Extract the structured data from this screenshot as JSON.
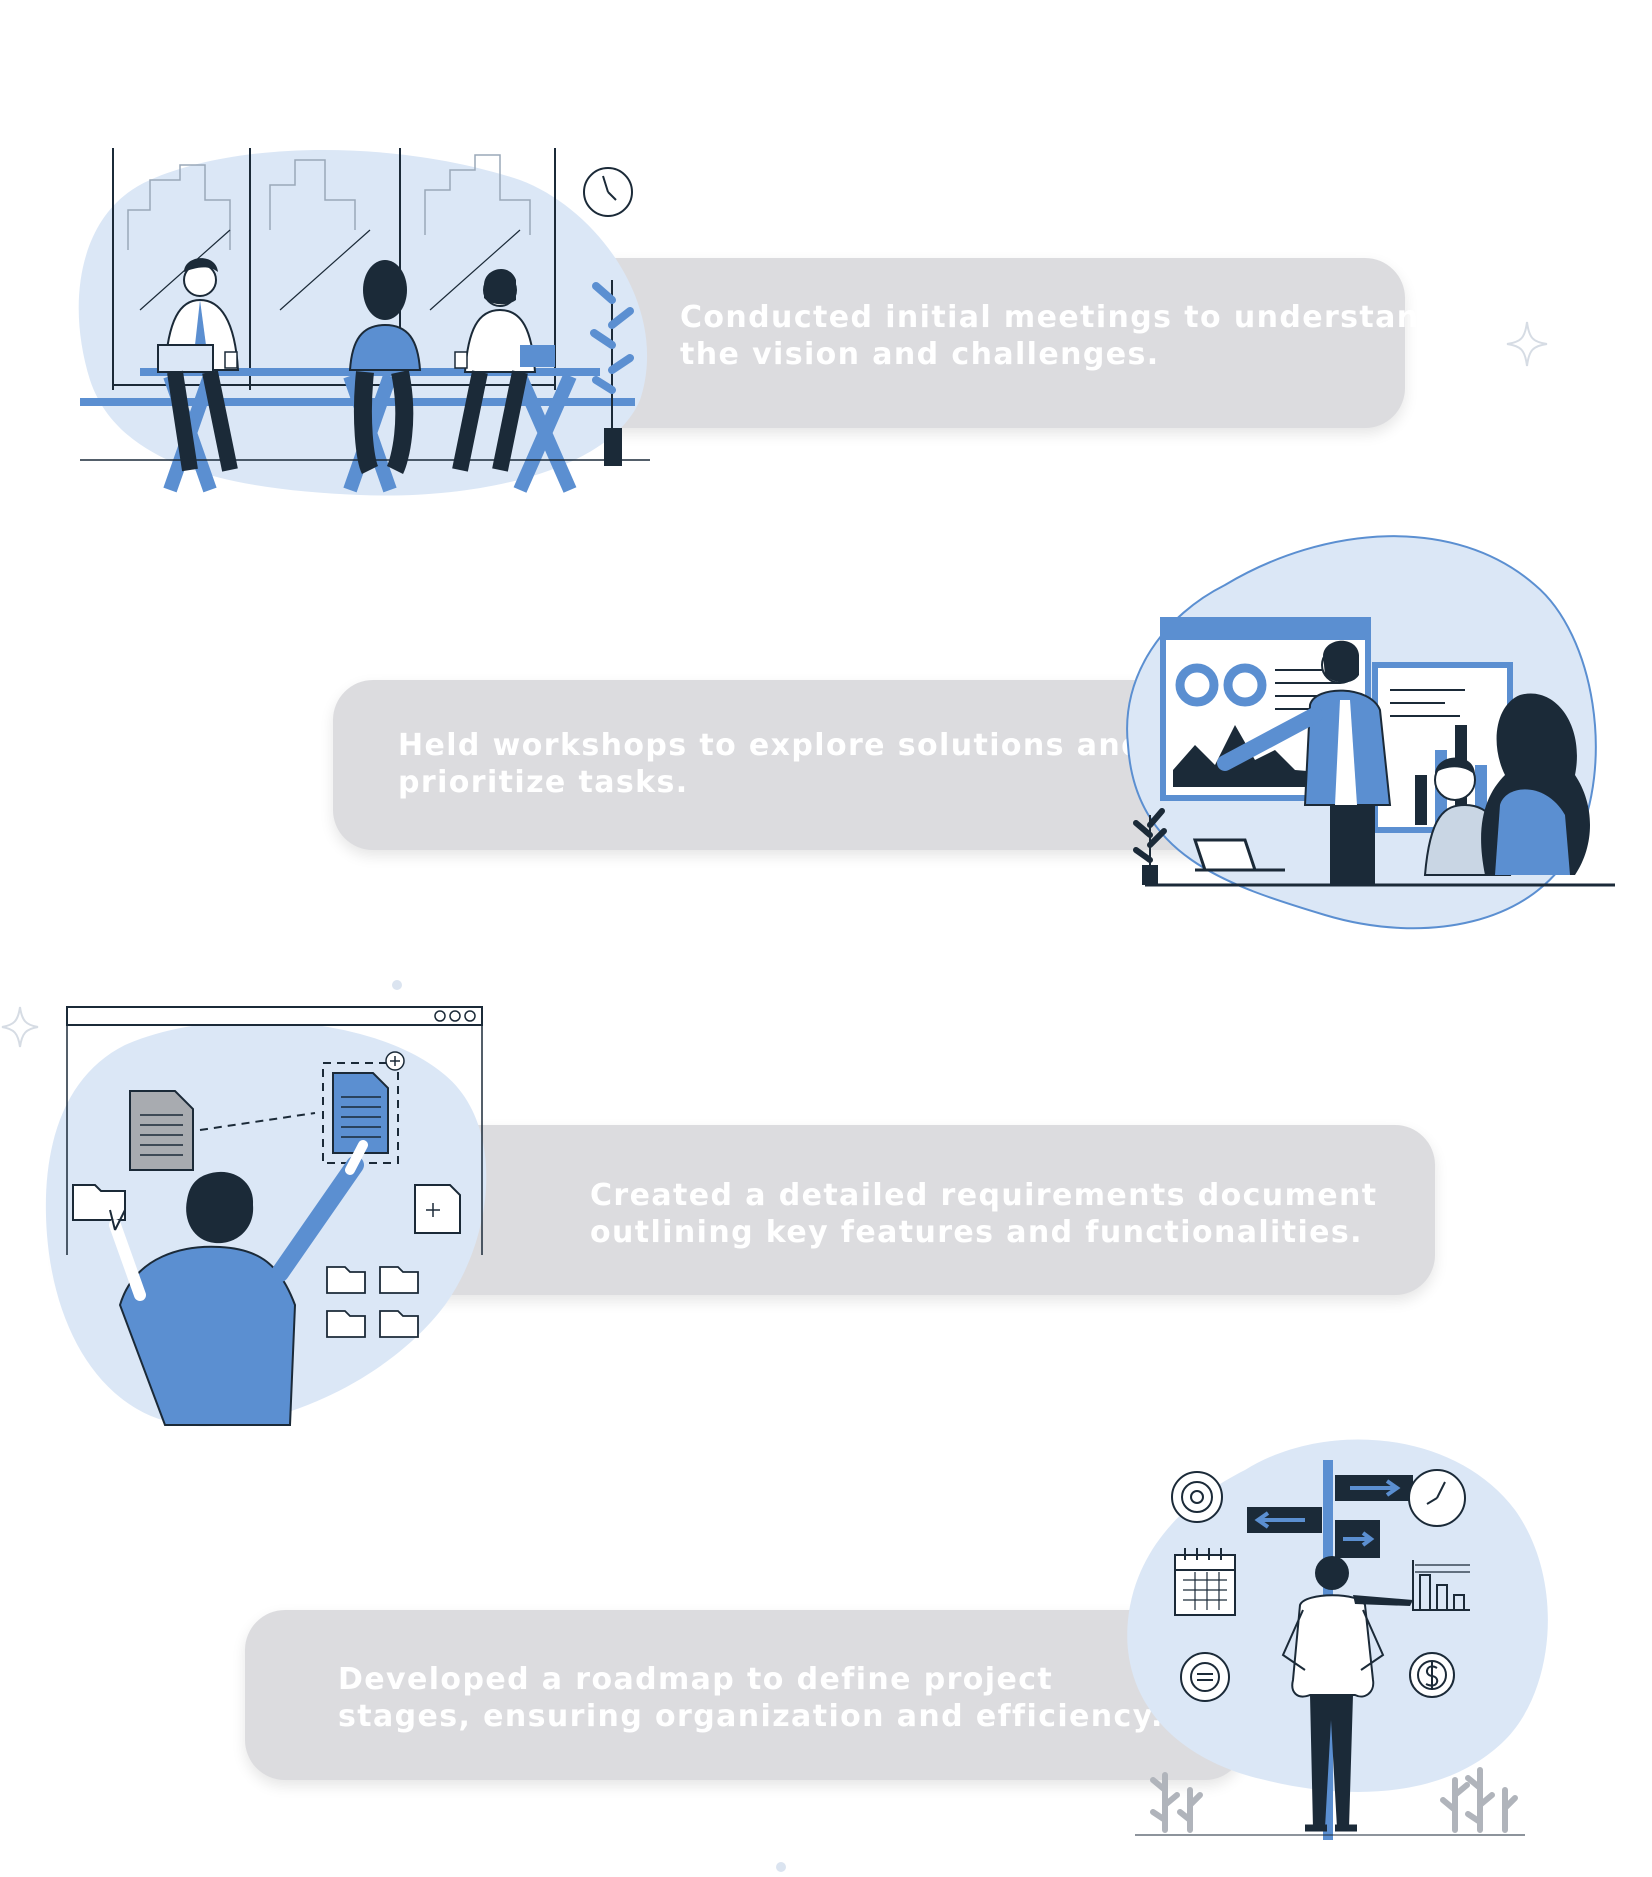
{
  "colors": {
    "card_bg": "#dcdcdf",
    "card_text": "#ffffff",
    "accent": "#5b8fd1",
    "blob": "#dbe7f6",
    "ink": "#1b2a38"
  },
  "steps": [
    {
      "illustration": "team-meeting-illustration",
      "line1": "Conducted initial meetings to understand",
      "line2": "the vision and challenges."
    },
    {
      "illustration": "workshop-presentation-illustration",
      "line1": "Held workshops to explore solutions and",
      "line2": "prioritize tasks."
    },
    {
      "illustration": "requirements-document-illustration",
      "line1": "Created a detailed requirements document",
      "line2": "outlining key features and functionalities."
    },
    {
      "illustration": "roadmap-signpost-illustration",
      "line1": "Developed a roadmap to define project",
      "line2": "stages, ensuring organization and efficiency."
    }
  ]
}
